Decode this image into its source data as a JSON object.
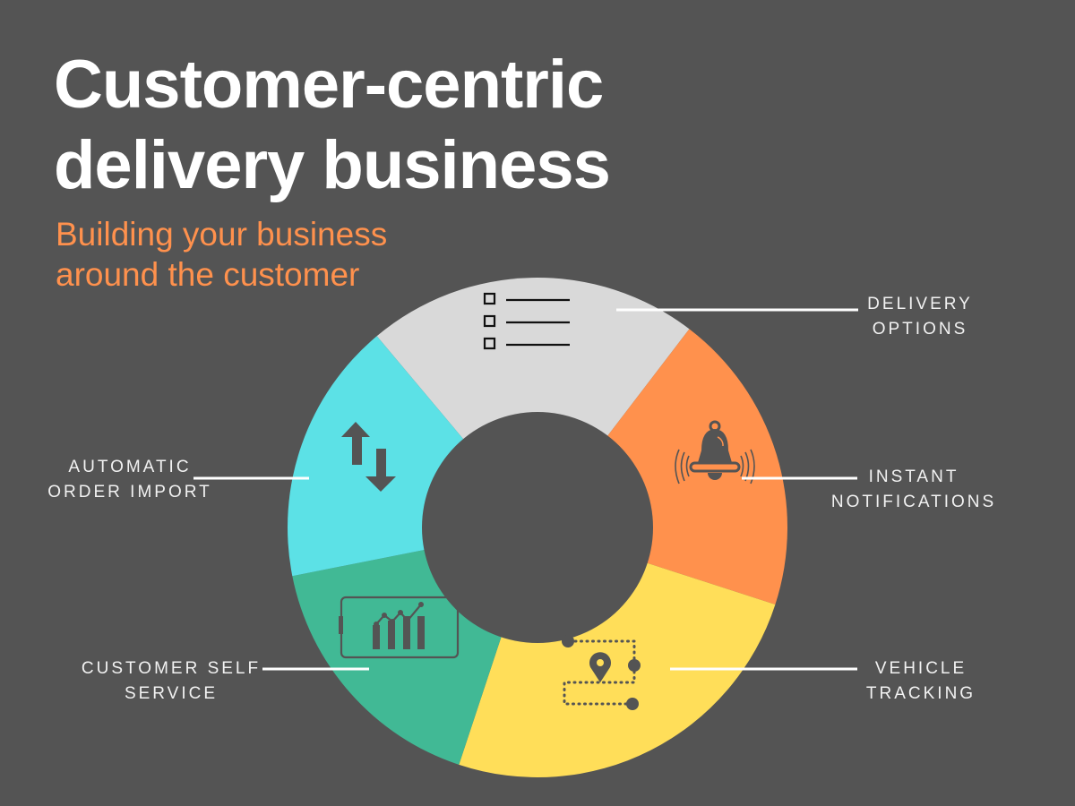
{
  "header": {
    "title_lines": [
      "Customer-centric",
      "delivery business"
    ],
    "subtitle_lines": [
      "Building your business",
      "around the customer"
    ]
  },
  "colors": {
    "background": "#545454",
    "title": "#ffffff",
    "subtitle": "#ff914d",
    "label": "#f2f2f2",
    "icon": "#545454"
  },
  "chart_data": {
    "type": "pie",
    "variant": "donut",
    "title": "Customer-centric delivery business",
    "start_angle_deg": -40,
    "segments": [
      {
        "name": "Delivery options",
        "label_lines": [
          "DELIVERY",
          "OPTIONS"
        ],
        "share": 0.215,
        "color": "#d9d9d9",
        "icon": "checklist-icon"
      },
      {
        "name": "Instant notifications",
        "label_lines": [
          "INSTANT",
          "NOTIFICATIONS"
        ],
        "share": 0.196,
        "color": "#ff914d",
        "icon": "bell-icon"
      },
      {
        "name": "Vehicle tracking",
        "label_lines": [
          "VEHICLE",
          "TRACKING"
        ],
        "share": 0.251,
        "color": "#ffde59",
        "icon": "route-tracking-icon"
      },
      {
        "name": "Customer self service",
        "label_lines": [
          "CUSTOMER SELF",
          "SERVICE"
        ],
        "share": 0.168,
        "color": "#41b995",
        "icon": "analytics-dashboard-icon"
      },
      {
        "name": "Automatic order import",
        "label_lines": [
          "AUTOMATIC",
          "ORDER IMPORT"
        ],
        "share": 0.17,
        "color": "#5ce1e6",
        "icon": "up-down-arrows-icon"
      }
    ]
  }
}
